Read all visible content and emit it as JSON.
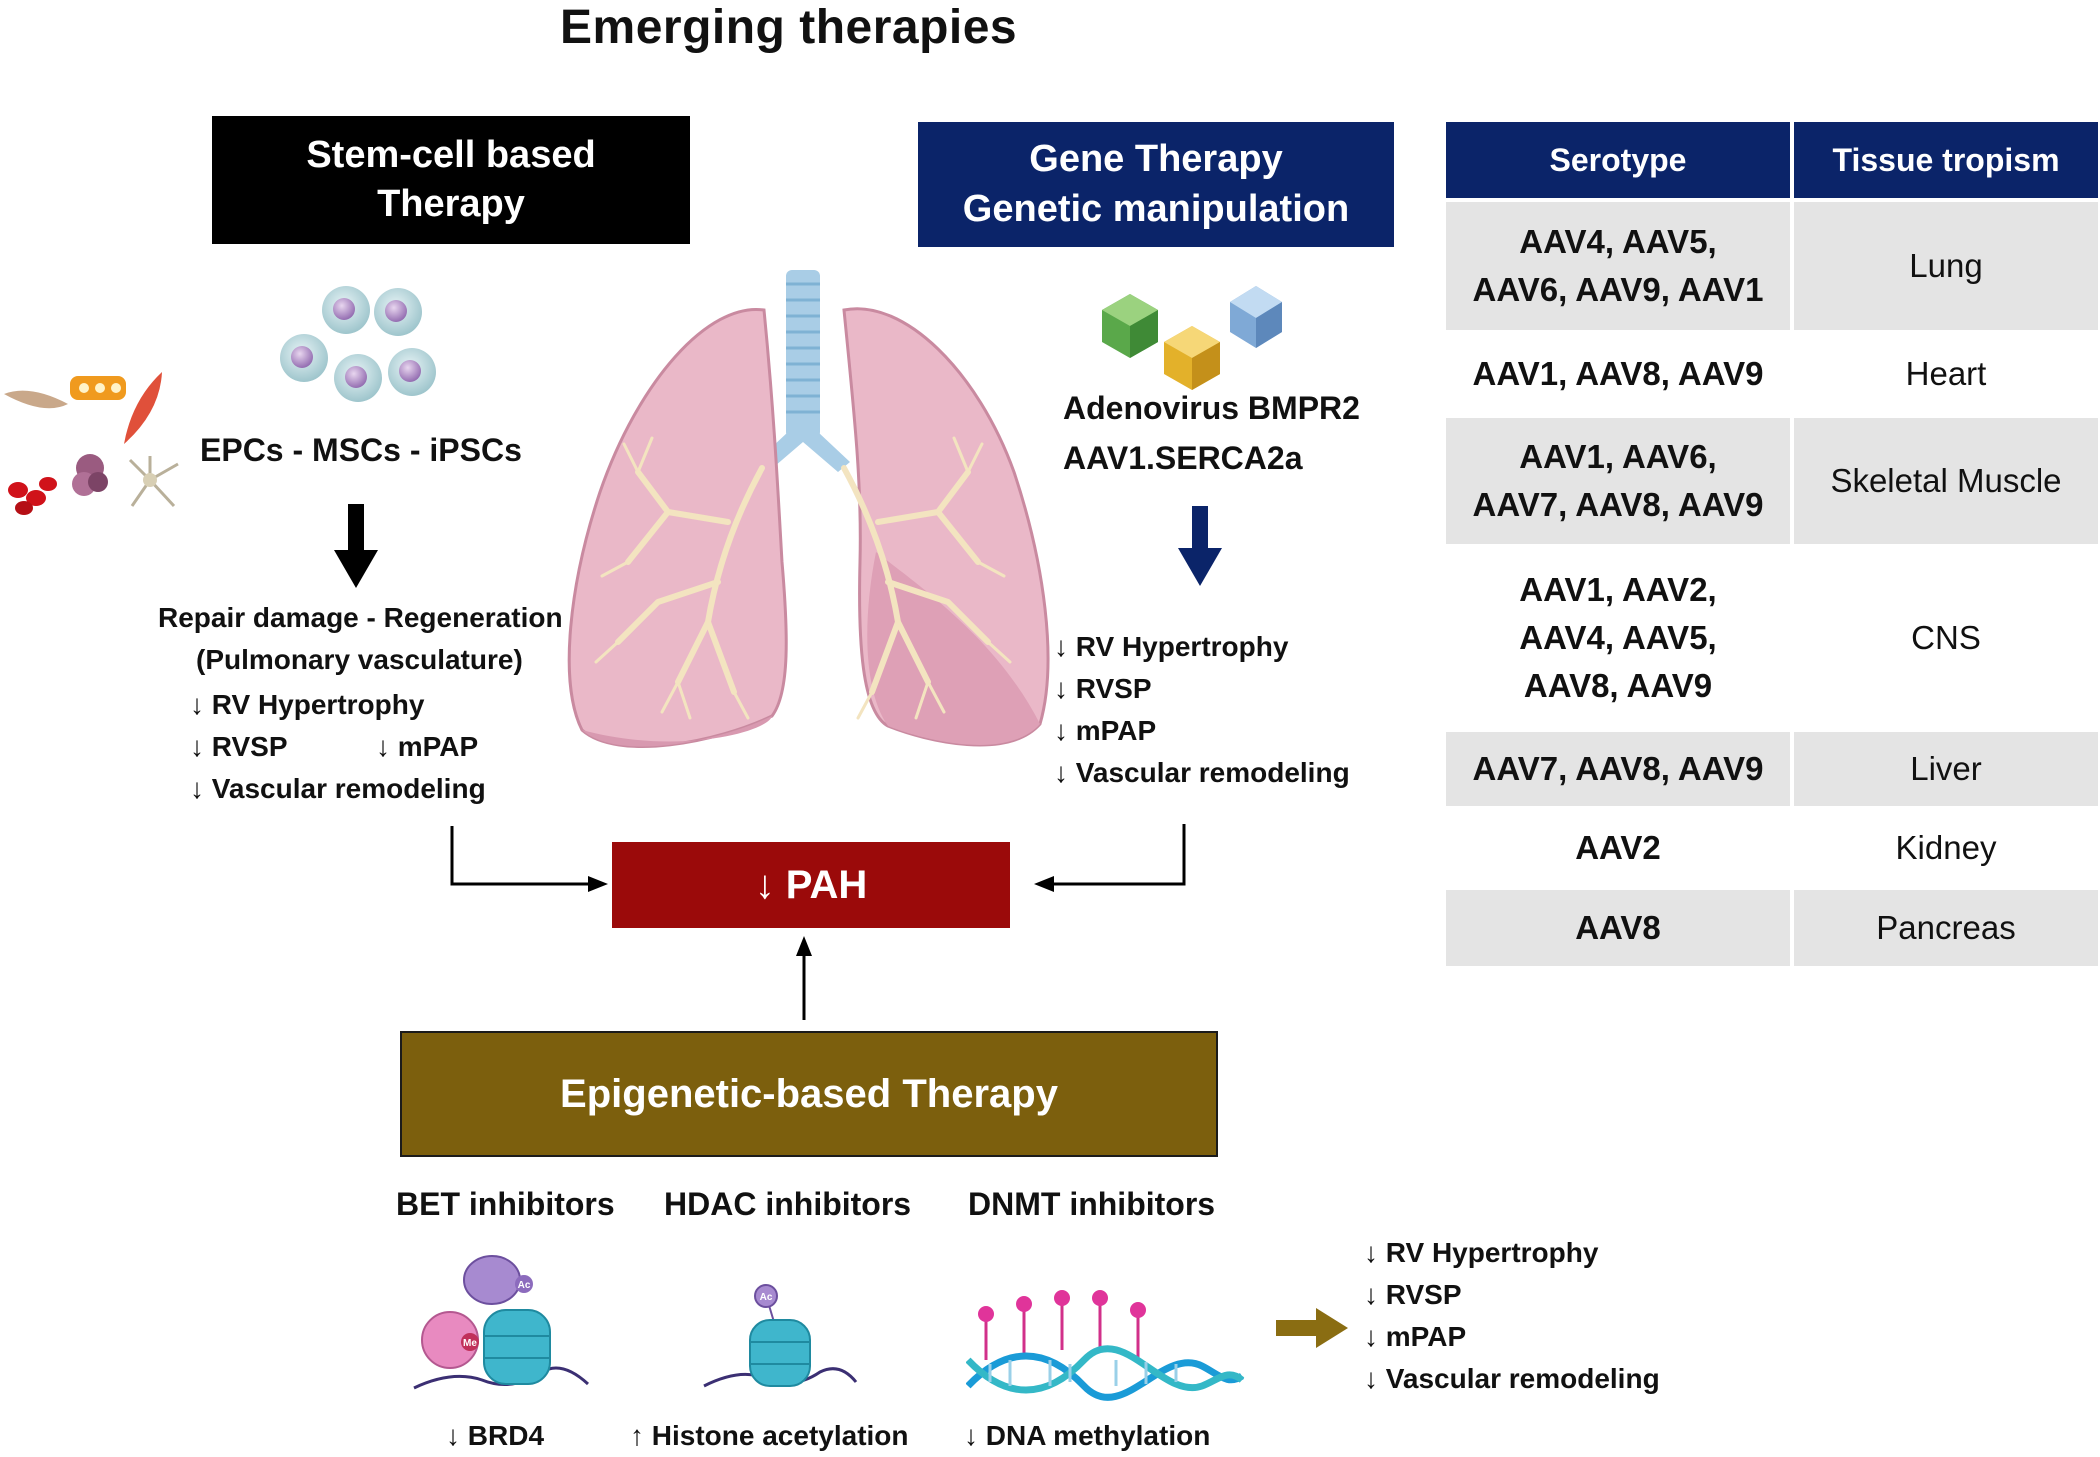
{
  "title": "Emerging therapies",
  "stem": {
    "box_lines": [
      "Stem-cell based",
      "Therapy"
    ],
    "cells_label": "EPCs - MSCs - iPSCs",
    "outcome_line1": "Repair damage - Regeneration",
    "outcome_line2": "(Pulmonary vasculature)",
    "effects": [
      "↓ RV Hypertrophy",
      "↓ RVSP",
      "↓ mPAP",
      "↓ Vascular remodeling"
    ]
  },
  "gene": {
    "box_lines": [
      "Gene Therapy",
      "Genetic manipulation"
    ],
    "vectors": [
      "Adenovirus BMPR2",
      "AAV1.SERCA2a"
    ],
    "effects": [
      "↓ RV Hypertrophy",
      "↓ RVSP",
      "↓ mPAP",
      "↓ Vascular remodeling"
    ]
  },
  "pah": {
    "label": "↓ PAH"
  },
  "epi": {
    "box_label": "Epigenetic-based Therapy",
    "inhibitors": [
      {
        "name": "BET inhibitors",
        "effect": "↓ BRD4"
      },
      {
        "name": "HDAC inhibitors",
        "effect": "↑ Histone acetylation"
      },
      {
        "name": "DNMT inhibitors",
        "effect": "↓ DNA methylation"
      }
    ],
    "effects": [
      "↓ RV Hypertrophy",
      "↓ RVSP",
      "↓ mPAP",
      "↓ Vascular remodeling"
    ],
    "small_labels": {
      "ac": "Ac",
      "me": "Me"
    }
  },
  "table": {
    "headers": [
      "Serotype",
      "Tissue tropism"
    ],
    "rows": [
      {
        "serotype": [
          "AAV4, AAV5,",
          "AAV6, AAV9, AAV1"
        ],
        "tissue": "Lung"
      },
      {
        "serotype": [
          "AAV1, AAV8, AAV9"
        ],
        "tissue": "Heart"
      },
      {
        "serotype": [
          "AAV1, AAV6,",
          "AAV7, AAV8, AAV9"
        ],
        "tissue": "Skeletal Muscle"
      },
      {
        "serotype": [
          "AAV1, AAV2,",
          "AAV4, AAV5,",
          "AAV8, AAV9"
        ],
        "tissue": "CNS"
      },
      {
        "serotype": [
          "AAV7, AAV8, AAV9"
        ],
        "tissue": "Liver"
      },
      {
        "serotype": [
          "AAV2"
        ],
        "tissue": "Kidney"
      },
      {
        "serotype": [
          "AAV8"
        ],
        "tissue": "Pancreas"
      }
    ]
  },
  "colors": {
    "stem_box": "#000000",
    "gene_box": "#0b2469",
    "pah_box": "#9b0a0a",
    "epi_box": "#7c5f0d",
    "table_header": "#0b2469",
    "table_shade": "#e4e4e4",
    "epi_arrow": "#8a6d12"
  }
}
